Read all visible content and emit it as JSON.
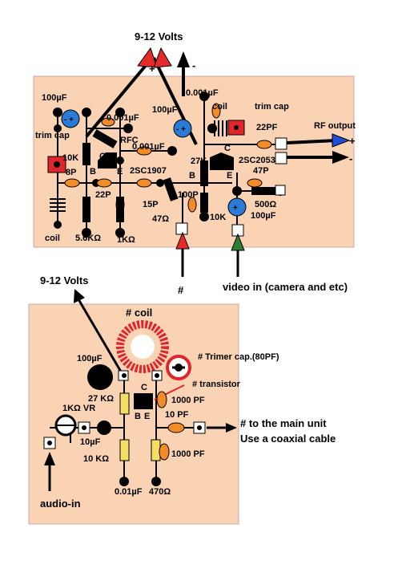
{
  "top_board": {
    "supply_label": "9-12 Volts",
    "plus": "+",
    "minus": "-",
    "rf_output": "RF output",
    "rf_plus": "+",
    "rf_minus": "-",
    "c_100uF_left": "100µF",
    "c_0001uF_a": "0.001µF",
    "c_0001uF_b": "0.001µF",
    "c_100uF_mid": "100µF",
    "c_0001uF_c": "0.001µF",
    "trim_cap_left": "trim cap",
    "rfc": "RFC",
    "coil_right": "coil",
    "trim_cap_right": "trim cap",
    "c_22pf": "22PF",
    "r_10k_a": "10K",
    "c_8p": "8P",
    "tr1_c": "C",
    "tr1_b": "B",
    "tr1_e": "E",
    "tr1_name": "2SC1907",
    "r_27k": "27K",
    "tr2_b": "B",
    "tr2_c": "C",
    "tr2_e": "E",
    "tr2_name": "2SC2053",
    "c_47p": "47P",
    "c_22p": "22P",
    "c_15p": "15P",
    "c_100p": "100P",
    "r_47": "47Ω",
    "r_10k_b": "10K",
    "r_500": "500Ω",
    "c_100uF_right": "100µF",
    "coil_left": "coil",
    "r_56k": "5.6KΩ",
    "r_1k": "1KΩ",
    "hash": "#",
    "video_in": "video in (camera and etc)"
  },
  "bottom_board": {
    "supply_label": "9-12 Volts",
    "coil": "# coil",
    "trimmer": "# Trimer cap.(80PF)",
    "transistor": "# transistor",
    "c_100uF": "100µF",
    "r_27k": "27 KΩ",
    "tr_c": "C",
    "tr_b": "B",
    "tr_e": "E",
    "c_1000pf_a": "1000 PF",
    "c_10pf": "10 PF",
    "vr": "1KΩ VR",
    "c_10uF": "10µF",
    "r_10k": "10 KΩ",
    "c_001uF": "0.01µF",
    "r_470": "470Ω",
    "c_1000pf_b": "1000 PF",
    "to_main_1": "# to the main unit",
    "to_main_2": "Use a coaxial cable",
    "audio_in": "audio-in"
  },
  "colors": {
    "board": "#f9d3b4",
    "capacitor_orange": "#f28c28",
    "electrolytic_blue": "#2a7bd8",
    "trimmer_red": "#e0262b",
    "resistor_yellow": "#f2df64",
    "red_arrow": "#e52a2a",
    "green_arrow": "#2e7d32",
    "rf_blue": "#1f4fd8"
  }
}
